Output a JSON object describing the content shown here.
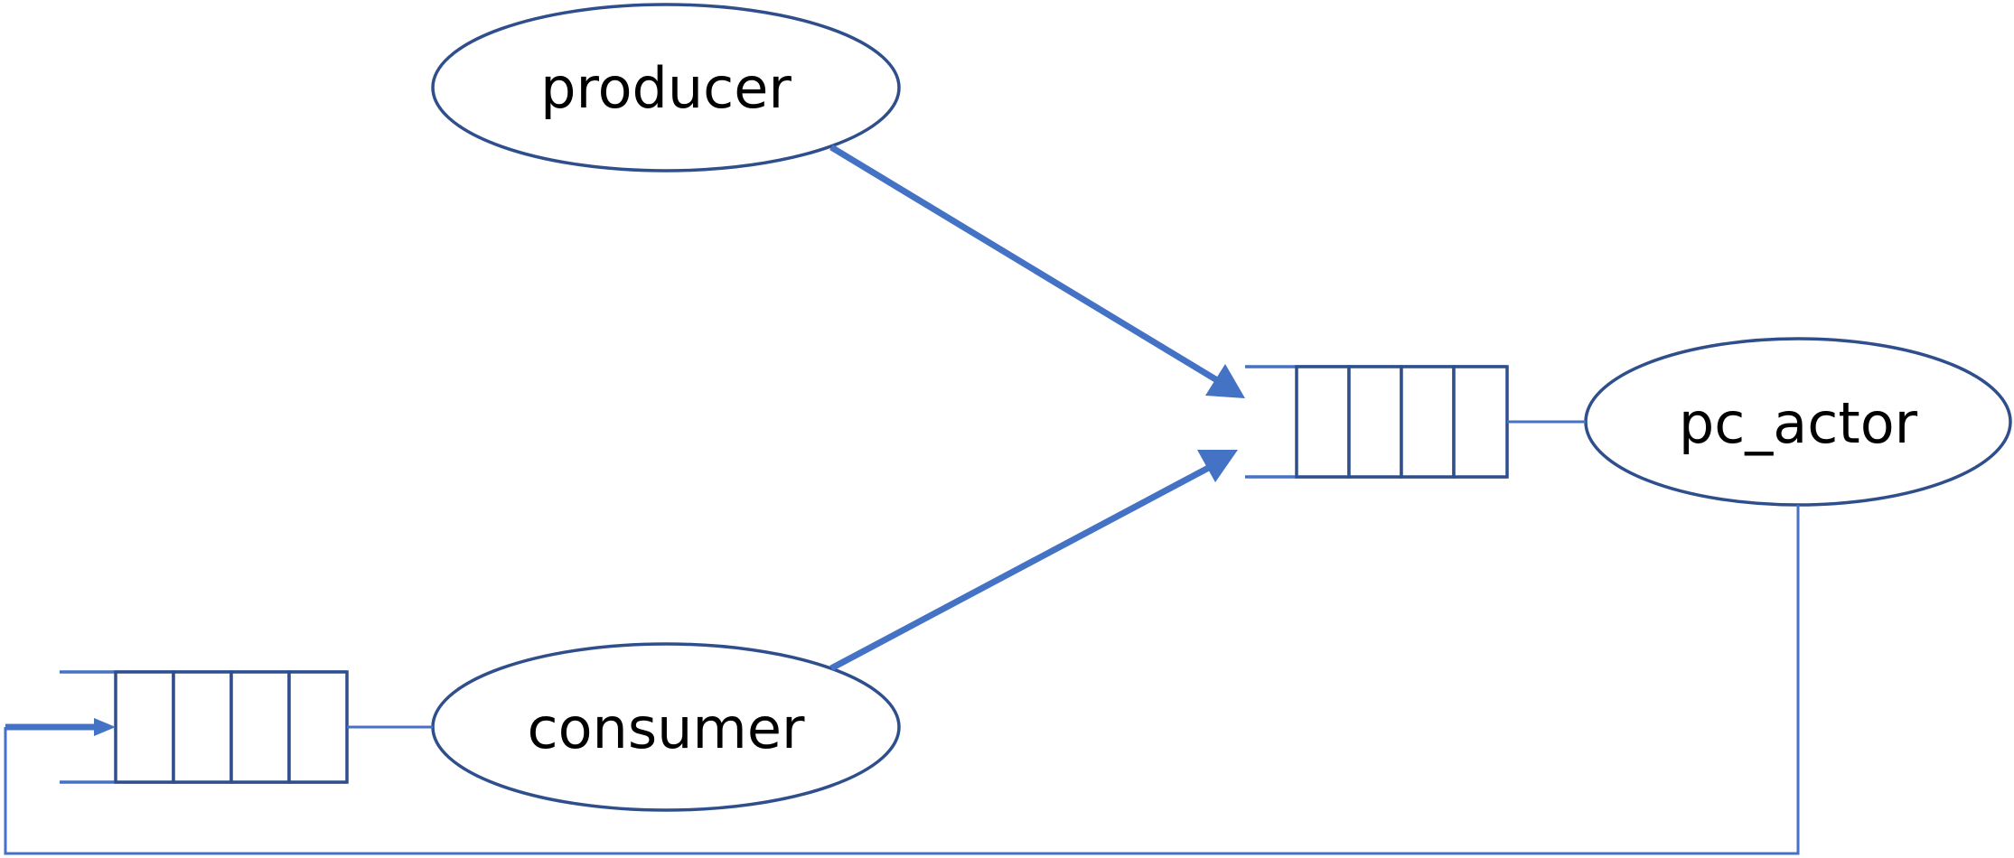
{
  "nodes": {
    "producer": {
      "label": "producer"
    },
    "consumer": {
      "label": "consumer"
    },
    "pc_actor": {
      "label": "pc_actor"
    }
  },
  "queues": {
    "pc_actor_queue": {
      "slots": 4
    },
    "consumer_queue": {
      "slots": 4
    }
  },
  "edges": [
    {
      "from": "producer",
      "to": "pc_actor_queue"
    },
    {
      "from": "consumer",
      "to": "pc_actor_queue"
    },
    {
      "from": "pc_actor",
      "to": "consumer_queue"
    }
  ],
  "colors": {
    "node_outline": "#2f4f8c",
    "arrow": "#4472c4",
    "text": "#000000",
    "background": "#ffffff"
  }
}
